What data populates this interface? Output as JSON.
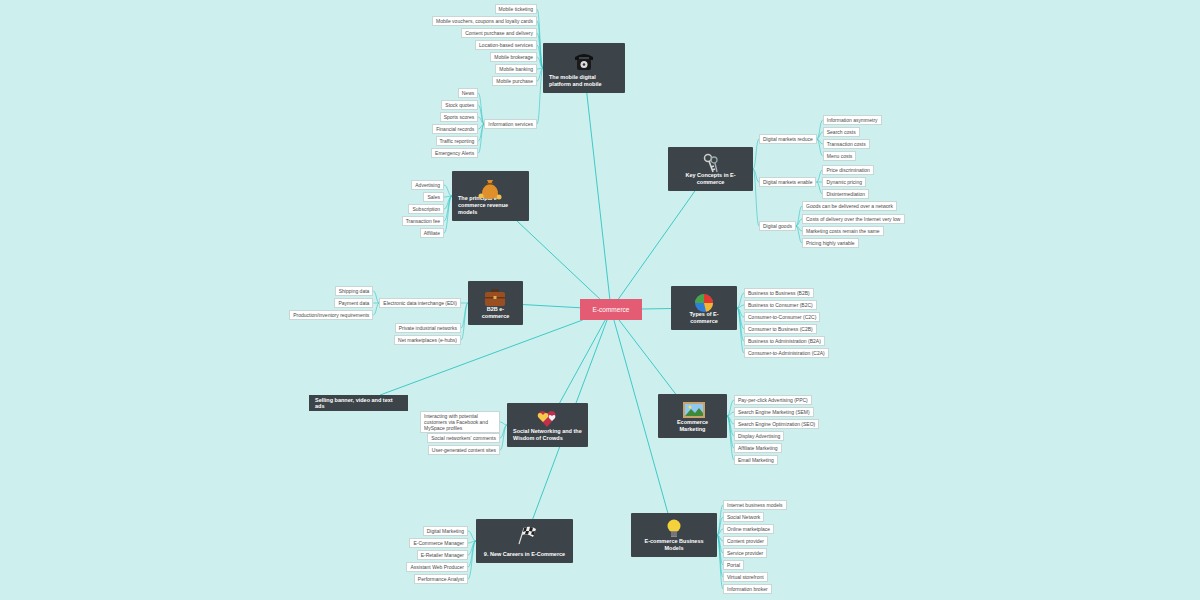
{
  "diagram": {
    "nodes": [
      {
        "text": [
          "E-commerce"
        ]
      },
      {
        "text": [
          "The mobile digital platform and mobile"
        ]
      },
      {
        "text": [
          "Mobile ticketing"
        ]
      },
      {
        "text": [
          "Mobile vouchers, coupons and loyalty cards"
        ]
      },
      {
        "text": [
          "Content purchase and delivery"
        ]
      },
      {
        "text": [
          "Location-based services"
        ]
      },
      {
        "text": [
          "Mobile brokerage"
        ]
      },
      {
        "text": [
          "Mobile banking"
        ]
      },
      {
        "text": [
          "Mobile purchase"
        ]
      },
      {
        "text": [
          "Information services"
        ]
      },
      {
        "text": [
          "News"
        ]
      },
      {
        "text": [
          "Stock quotes"
        ]
      },
      {
        "text": [
          "Sports scores"
        ]
      },
      {
        "text": [
          "Financial records"
        ]
      },
      {
        "text": [
          "Traffic reporting"
        ]
      },
      {
        "text": [
          "Emergency Alerts"
        ]
      },
      {
        "text": [
          "Key Concepts in E-commerce"
        ]
      },
      {
        "text": [
          "Digital markets reduce"
        ]
      },
      {
        "text": [
          "Information asymmetry"
        ]
      },
      {
        "text": [
          "Search costs"
        ]
      },
      {
        "text": [
          "Transaction costs"
        ]
      },
      {
        "text": [
          "Menu costs"
        ]
      },
      {
        "text": [
          "Digital markets enable"
        ]
      },
      {
        "text": [
          "Price discrimination"
        ]
      },
      {
        "text": [
          "Dynamic pricing"
        ]
      },
      {
        "text": [
          "Disintermediation"
        ]
      },
      {
        "text": [
          "Digital goods"
        ]
      },
      {
        "text": [
          "Goods can be delivered over a network"
        ]
      },
      {
        "text": [
          "Costs of delivery over the Internet very low"
        ]
      },
      {
        "text": [
          "Marketing costs remain the same"
        ]
      },
      {
        "text": [
          "Pricing highly variable"
        ]
      },
      {
        "text": [
          "The principal e-commerce revenue models"
        ]
      },
      {
        "text": [
          "Advertising"
        ]
      },
      {
        "text": [
          "Sales"
        ]
      },
      {
        "text": [
          "Subscription"
        ]
      },
      {
        "text": [
          "Transaction fee"
        ]
      },
      {
        "text": [
          "Affiliate"
        ]
      },
      {
        "text": [
          "B2B e-commerce"
        ]
      },
      {
        "text": [
          "Electronic data interchange (EDI)"
        ]
      },
      {
        "text": [
          "Shipping data"
        ]
      },
      {
        "text": [
          "Payment data"
        ]
      },
      {
        "text": [
          "Production/inventory requirements"
        ]
      },
      {
        "text": [
          "Private industrial networks"
        ]
      },
      {
        "text": [
          "Net marketplaces (e-hubs)"
        ]
      },
      {
        "text": [
          "Types of E-commerce"
        ]
      },
      {
        "text": [
          "Business to Business (B2B)"
        ]
      },
      {
        "text": [
          "Business to Consumer (B2C)"
        ]
      },
      {
        "text": [
          "Consumer-to-Consumer (C2C)"
        ]
      },
      {
        "text": [
          "Consumer to Business (C2B)"
        ]
      },
      {
        "text": [
          "Business to Administration (B2A)"
        ]
      },
      {
        "text": [
          "Consumer-to-Administration (C2A)"
        ]
      },
      {
        "text": [
          "Selling banner, video and text ads"
        ]
      },
      {
        "text": [
          "Social Networking and the Wisdom of Crowds"
        ]
      },
      {
        "text": [
          "Interacting with potential customers via Facebook and MySpace profiles"
        ]
      },
      {
        "text": [
          "Social networkers' comments"
        ]
      },
      {
        "text": [
          "User-generated content sites"
        ]
      },
      {
        "text": [
          "Ecommerce Marketing"
        ]
      },
      {
        "text": [
          "Pay-per-click Advertising (PPC)"
        ]
      },
      {
        "text": [
          "Search Engine Marketing (SEM)"
        ]
      },
      {
        "text": [
          "Search Engine Optimization (SEO)"
        ]
      },
      {
        "text": [
          "Display Advertising"
        ]
      },
      {
        "text": [
          "Affiliate Marketing"
        ]
      },
      {
        "text": [
          "Email Marketing"
        ]
      },
      {
        "text": [
          "9. New Careers in E-Commerce"
        ]
      },
      {
        "text": [
          "Digital Marketing"
        ]
      },
      {
        "text": [
          "E-Commerce Manager"
        ]
      },
      {
        "text": [
          "E-Retailer Manager"
        ]
      },
      {
        "text": [
          "Assistant Web Producer"
        ]
      },
      {
        "text": [
          "Performance Analyst"
        ]
      },
      {
        "text": [
          "E-commerce Business Models"
        ]
      },
      {
        "text": [
          "Internet business models"
        ]
      },
      {
        "text": [
          "Social Network"
        ]
      },
      {
        "text": [
          "Online marketplace"
        ]
      },
      {
        "text": [
          "Content provider"
        ]
      },
      {
        "text": [
          "Service provider"
        ]
      },
      {
        "text": [
          "Portal"
        ]
      },
      {
        "text": [
          "Virtual storefront"
        ]
      },
      {
        "text": [
          "Information broker"
        ]
      }
    ],
    "edges": [
      {
        "from": 0,
        "to": 1,
        "arrow": "none"
      },
      {
        "from": 0,
        "to": 16,
        "arrow": "none"
      },
      {
        "from": 0,
        "to": 31,
        "arrow": "none"
      },
      {
        "from": 0,
        "to": 37,
        "arrow": "none"
      },
      {
        "from": 0,
        "to": 44,
        "arrow": "none"
      },
      {
        "from": 0,
        "to": 51,
        "arrow": "none"
      },
      {
        "from": 0,
        "to": 52,
        "arrow": "none"
      },
      {
        "from": 0,
        "to": 56,
        "arrow": "none"
      },
      {
        "from": 0,
        "to": 63,
        "arrow": "none"
      },
      {
        "from": 0,
        "to": 69,
        "arrow": "none"
      },
      {
        "from": 1,
        "to": 2,
        "arrow": "none"
      },
      {
        "from": 1,
        "to": 3,
        "arrow": "none"
      },
      {
        "from": 1,
        "to": 4,
        "arrow": "none"
      },
      {
        "from": 1,
        "to": 5,
        "arrow": "none"
      },
      {
        "from": 1,
        "to": 6,
        "arrow": "none"
      },
      {
        "from": 1,
        "to": 7,
        "arrow": "none"
      },
      {
        "from": 1,
        "to": 8,
        "arrow": "none"
      },
      {
        "from": 1,
        "to": 9,
        "arrow": "none"
      },
      {
        "from": 9,
        "to": 10,
        "arrow": "none"
      },
      {
        "from": 9,
        "to": 11,
        "arrow": "none"
      },
      {
        "from": 9,
        "to": 12,
        "arrow": "none"
      },
      {
        "from": 9,
        "to": 13,
        "arrow": "none"
      },
      {
        "from": 9,
        "to": 14,
        "arrow": "none"
      },
      {
        "from": 9,
        "to": 15,
        "arrow": "none"
      },
      {
        "from": 16,
        "to": 17,
        "arrow": "none"
      },
      {
        "from": 16,
        "to": 22,
        "arrow": "none"
      },
      {
        "from": 16,
        "to": 26,
        "arrow": "none"
      },
      {
        "from": 17,
        "to": 18,
        "arrow": "none"
      },
      {
        "from": 17,
        "to": 19,
        "arrow": "none"
      },
      {
        "from": 17,
        "to": 20,
        "arrow": "none"
      },
      {
        "from": 17,
        "to": 21,
        "arrow": "none"
      },
      {
        "from": 22,
        "to": 23,
        "arrow": "none"
      },
      {
        "from": 22,
        "to": 24,
        "arrow": "none"
      },
      {
        "from": 22,
        "to": 25,
        "arrow": "none"
      },
      {
        "from": 26,
        "to": 27,
        "arrow": "none"
      },
      {
        "from": 26,
        "to": 28,
        "arrow": "none"
      },
      {
        "from": 26,
        "to": 29,
        "arrow": "none"
      },
      {
        "from": 26,
        "to": 30,
        "arrow": "none"
      },
      {
        "from": 31,
        "to": 32,
        "arrow": "none"
      },
      {
        "from": 31,
        "to": 33,
        "arrow": "none"
      },
      {
        "from": 31,
        "to": 34,
        "arrow": "none"
      },
      {
        "from": 31,
        "to": 35,
        "arrow": "none"
      },
      {
        "from": 31,
        "to": 36,
        "arrow": "none"
      },
      {
        "from": 37,
        "to": 38,
        "arrow": "none"
      },
      {
        "from": 37,
        "to": 42,
        "arrow": "none"
      },
      {
        "from": 37,
        "to": 43,
        "arrow": "none"
      },
      {
        "from": 38,
        "to": 39,
        "arrow": "none"
      },
      {
        "from": 38,
        "to": 40,
        "arrow": "none"
      },
      {
        "from": 38,
        "to": 41,
        "arrow": "none"
      },
      {
        "from": 44,
        "to": 45,
        "arrow": "none"
      },
      {
        "from": 44,
        "to": 46,
        "arrow": "none"
      },
      {
        "from": 44,
        "to": 47,
        "arrow": "none"
      },
      {
        "from": 44,
        "to": 48,
        "arrow": "none"
      },
      {
        "from": 44,
        "to": 49,
        "arrow": "none"
      },
      {
        "from": 44,
        "to": 50,
        "arrow": "none"
      },
      {
        "from": 52,
        "to": 53,
        "arrow": "none"
      },
      {
        "from": 52,
        "to": 54,
        "arrow": "none"
      },
      {
        "from": 52,
        "to": 55,
        "arrow": "none"
      },
      {
        "from": 56,
        "to": 57,
        "arrow": "none"
      },
      {
        "from": 56,
        "to": 58,
        "arrow": "none"
      },
      {
        "from": 56,
        "to": 59,
        "arrow": "none"
      },
      {
        "from": 56,
        "to": 60,
        "arrow": "none"
      },
      {
        "from": 56,
        "to": 61,
        "arrow": "none"
      },
      {
        "from": 56,
        "to": 62,
        "arrow": "none"
      },
      {
        "from": 63,
        "to": 64,
        "arrow": "none"
      },
      {
        "from": 63,
        "to": 65,
        "arrow": "none"
      },
      {
        "from": 63,
        "to": 66,
        "arrow": "none"
      },
      {
        "from": 63,
        "to": 67,
        "arrow": "none"
      },
      {
        "from": 63,
        "to": 68,
        "arrow": "none"
      },
      {
        "from": 69,
        "to": 70,
        "arrow": "none"
      },
      {
        "from": 69,
        "to": 71,
        "arrow": "none"
      },
      {
        "from": 69,
        "to": 72,
        "arrow": "none"
      },
      {
        "from": 69,
        "to": 73,
        "arrow": "none"
      },
      {
        "from": 69,
        "to": 74,
        "arrow": "none"
      },
      {
        "from": 69,
        "to": 75,
        "arrow": "none"
      },
      {
        "from": 69,
        "to": 76,
        "arrow": "none"
      },
      {
        "from": 69,
        "to": 77,
        "arrow": "none"
      }
    ]
  }
}
